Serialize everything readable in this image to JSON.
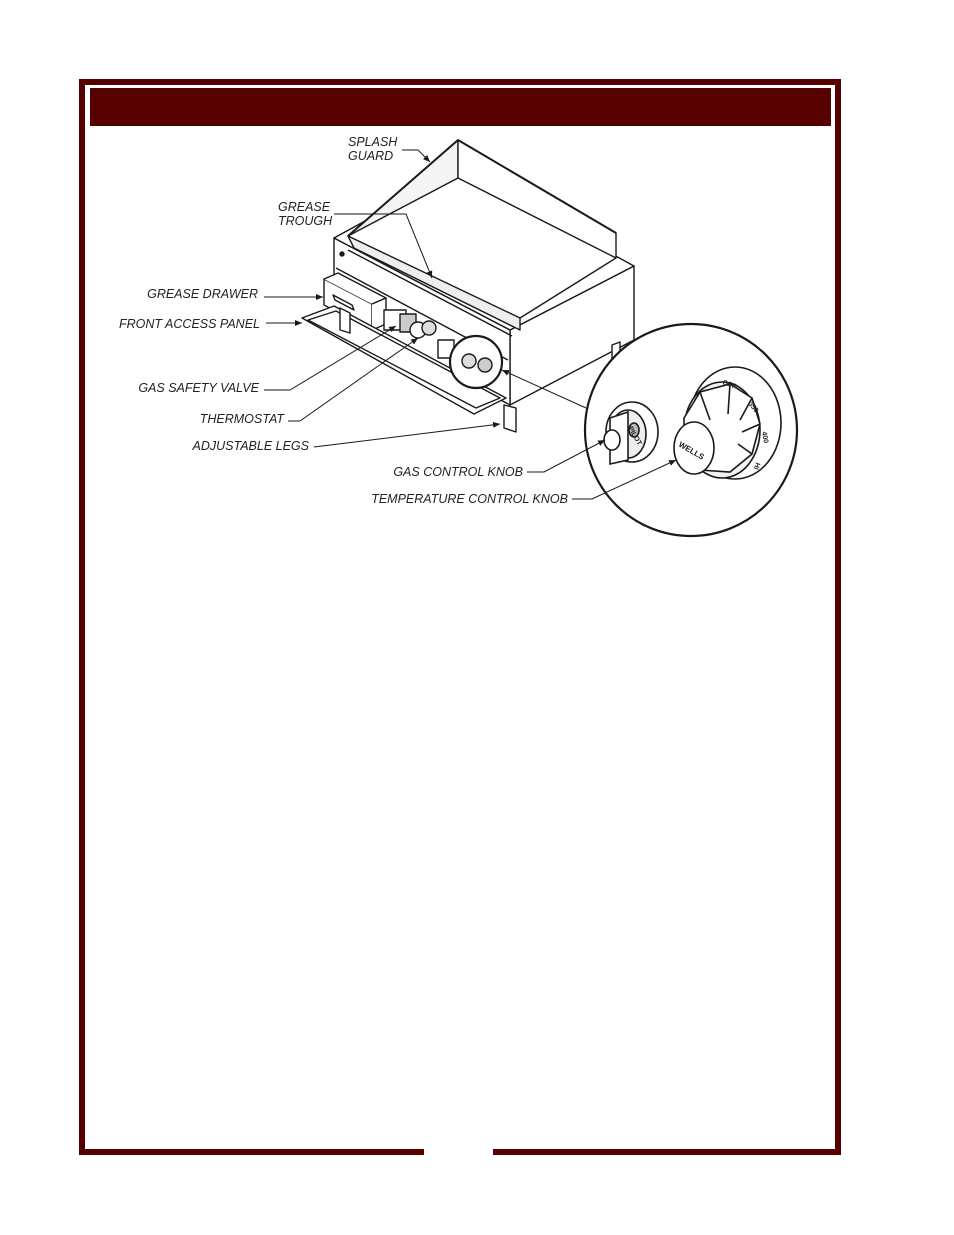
{
  "header": {
    "title": ""
  },
  "labels": {
    "splash_guard_1": "SPLASH",
    "splash_guard_2": "GUARD",
    "grease_trough_1": "GREASE",
    "grease_trough_2": "TROUGH",
    "grease_drawer": "GREASE DRAWER",
    "front_access_panel": "FRONT ACCESS PANEL",
    "gas_safety_valve": "GAS SAFETY VALVE",
    "thermostat": "THERMOSTAT",
    "adjustable_legs": "ADJUSTABLE LEGS",
    "gas_control_knob": "GAS CONTROL KNOB",
    "temperature_control_knob": "TEMPERATURE CONTROL KNOB"
  },
  "knob_marks": {
    "gas_knob": "PILOT",
    "temp_knob_brand": "WELLS",
    "temp_off": "OFF",
    "temp_350": "350",
    "temp_400": "400",
    "temp_hi": "HI"
  },
  "colors": {
    "frame": "#560000",
    "line": "#1a1a1a"
  }
}
